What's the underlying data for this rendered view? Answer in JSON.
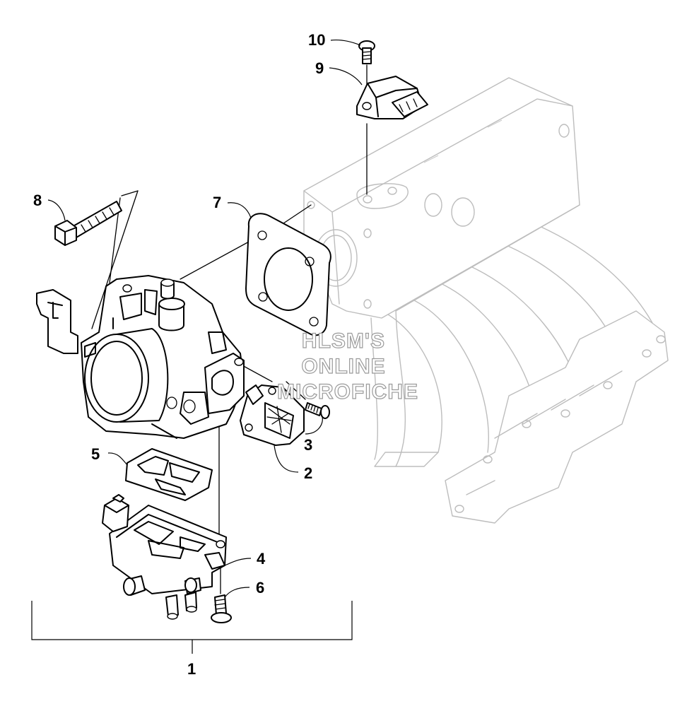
{
  "diagram": {
    "callouts": [
      {
        "id": "1",
        "label": "1"
      },
      {
        "id": "2",
        "label": "2"
      },
      {
        "id": "3",
        "label": "3"
      },
      {
        "id": "4",
        "label": "4"
      },
      {
        "id": "5",
        "label": "5"
      },
      {
        "id": "6",
        "label": "6"
      },
      {
        "id": "7",
        "label": "7"
      },
      {
        "id": "8",
        "label": "8"
      },
      {
        "id": "9",
        "label": "9"
      },
      {
        "id": "10",
        "label": "10"
      }
    ],
    "watermark": {
      "line1": "HLSM'S",
      "line2": "ONLINE",
      "line3": "MICROFICHE"
    },
    "colors": {
      "line": "#000000",
      "background_part": "#bdbdbd",
      "watermark_outline": "#9a9a9a"
    }
  }
}
